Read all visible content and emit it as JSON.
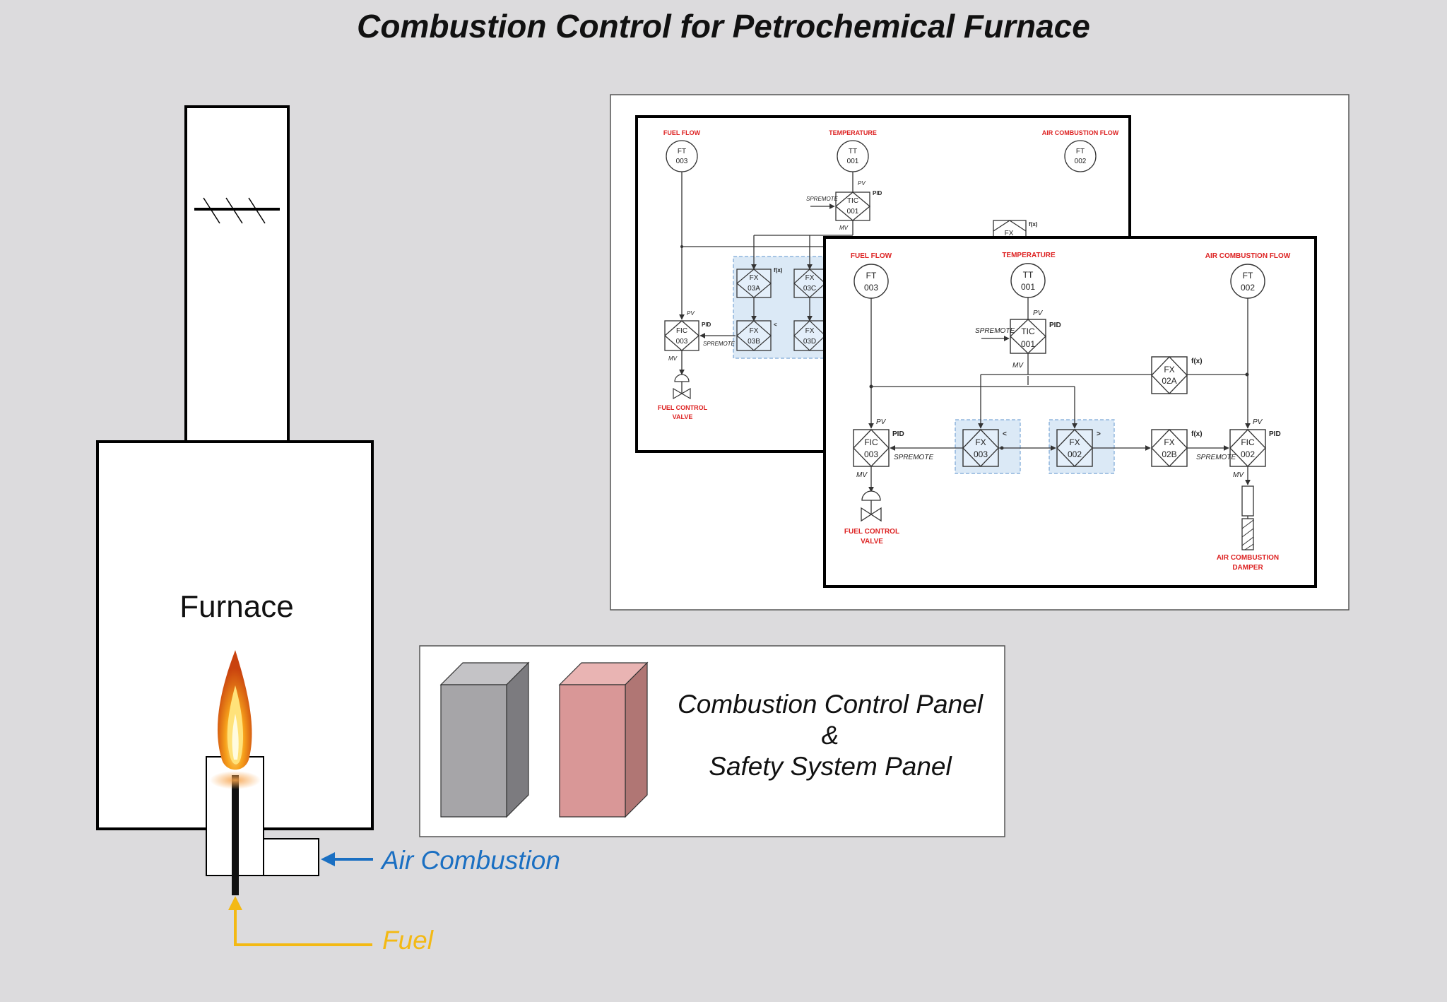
{
  "title": "Combustion Control for Petrochemical Furnace",
  "furnace": {
    "label": "Furnace"
  },
  "inputs": {
    "air_label": "Air Combustion",
    "fuel_label": "Fuel",
    "air_color": "#1a6fc2",
    "fuel_color": "#f3b914"
  },
  "panel": {
    "line1": "Combustion Control Panel",
    "line2": "&",
    "line3": "Safety System Panel",
    "gray_cabinet_color": "#a6a5a8",
    "red_cabinet_color": "#d99797"
  },
  "diagram": {
    "labels": {
      "fuel_flow": "FUEL FLOW",
      "temperature": "TEMPERATURE",
      "air_flow": "AIR COMBUSTION FLOW",
      "fuel_valve_1": "FUEL CONTROL",
      "fuel_valve_2": "VALVE",
      "damper_1": "AIR COMBUSTION",
      "damper_2": "DAMPER"
    },
    "signals": {
      "pv": "PV",
      "mv": "MV",
      "pid": "PID",
      "sp_remote": "SPREMOTE",
      "fx_func": "f(x)",
      "less": "<",
      "greater": ">"
    },
    "back_sheet": {
      "ft003": [
        "FT",
        "003"
      ],
      "tt001": [
        "TT",
        "001"
      ],
      "ft002": [
        "FT",
        "002"
      ],
      "tic001": [
        "TIC",
        "001"
      ],
      "fic003": [
        "FIC",
        "003"
      ],
      "fx03a": [
        "FX",
        "03A"
      ],
      "fx03c": [
        "FX",
        "03C"
      ],
      "fx03b": [
        "FX",
        "03B"
      ],
      "fx03d": [
        "FX",
        "03D"
      ],
      "fx": [
        "FX"
      ]
    },
    "front_sheet": {
      "ft003": [
        "FT",
        "003"
      ],
      "tt001": [
        "TT",
        "001"
      ],
      "ft002": [
        "FT",
        "002"
      ],
      "tic001": [
        "TIC",
        "001"
      ],
      "fx02a": [
        "FX",
        "02A"
      ],
      "fic003": [
        "FIC",
        "003"
      ],
      "fx003": [
        "FX",
        "003"
      ],
      "fx002": [
        "FX",
        "002"
      ],
      "fx02b": [
        "FX",
        "02B"
      ],
      "fic002": [
        "FIC",
        "002"
      ]
    }
  }
}
